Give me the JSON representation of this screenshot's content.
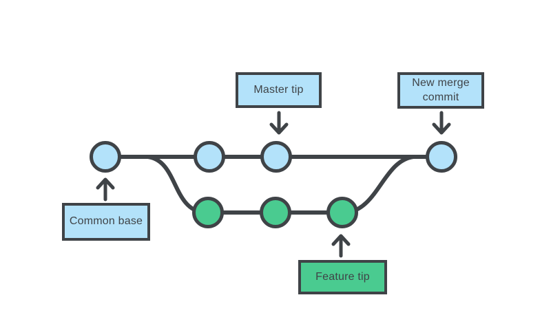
{
  "diagram": {
    "description": "Git merge diagram: a feature branch splits from a common base commit and merges back into master as a new merge commit"
  },
  "colors": {
    "background": "#ffffff",
    "outline": "#3f4347",
    "commit_master": "#b3e2fa",
    "commit_feature": "#4acb90"
  },
  "labels": {
    "master_tip": "Master tip",
    "new_merge_commit": "New merge\ncommit",
    "common_base": "Common base",
    "feature_tip": "Feature tip"
  },
  "graph": {
    "branches": [
      {
        "name": "master",
        "color": "#b3e2fa",
        "commit_count": 4
      },
      {
        "name": "feature",
        "color": "#4acb90",
        "commit_count": 3
      }
    ],
    "annotations": [
      {
        "label": "Common base",
        "points_to": "first master commit",
        "direction": "up"
      },
      {
        "label": "Master tip",
        "points_to": "third master commit",
        "direction": "down"
      },
      {
        "label": "Feature tip",
        "points_to": "third feature commit",
        "direction": "up"
      },
      {
        "label": "New merge\ncommit",
        "points_to": "last master commit",
        "direction": "down"
      }
    ]
  }
}
